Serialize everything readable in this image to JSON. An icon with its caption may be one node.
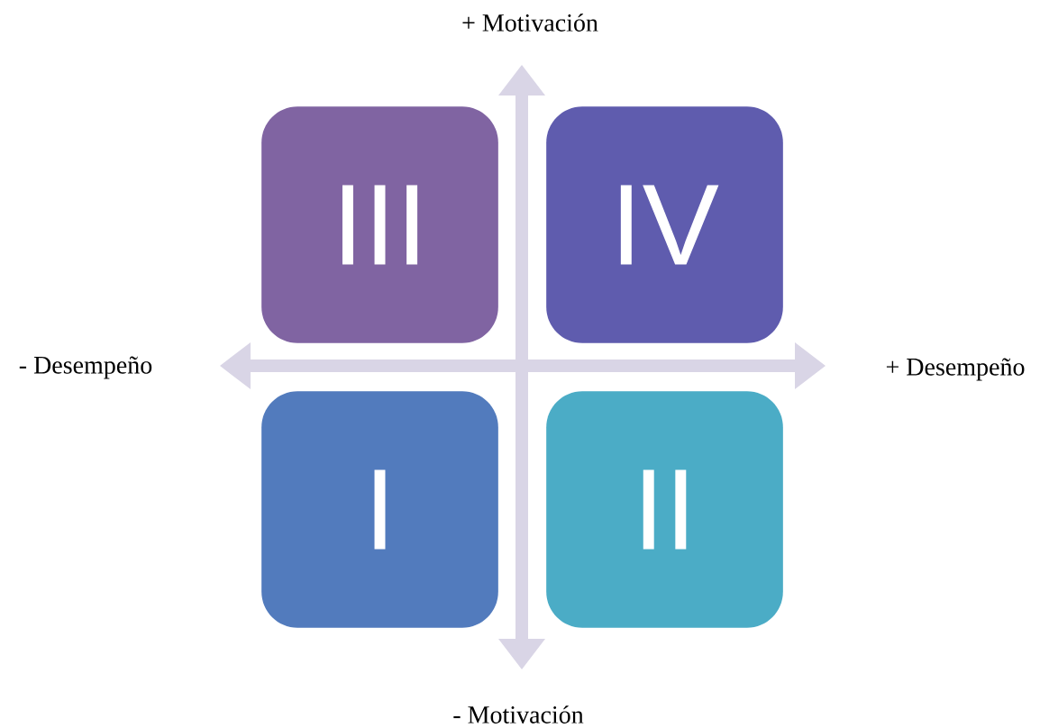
{
  "diagram": {
    "nodes": [
      {
        "text": [
          "III"
        ]
      },
      {
        "text": [
          "IV"
        ]
      },
      {
        "text": [
          "I"
        ]
      },
      {
        "text": [
          "II"
        ]
      }
    ],
    "labels": [
      "+ Motivación",
      "- Desempeño",
      "+ Desempeño",
      "- Motivación"
    ]
  }
}
